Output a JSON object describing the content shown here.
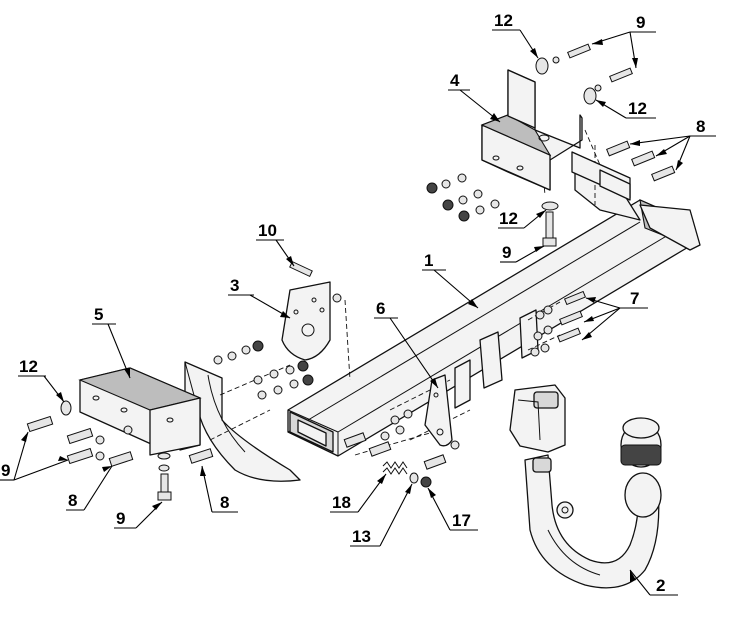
{
  "labels": {
    "tow_bar": "1",
    "ball_neck": "2",
    "bracket_3": "3",
    "bracket_4": "4",
    "bracket_5": "5",
    "bracket_6": "6",
    "bolts_7": "7",
    "bolts_8_right": "8",
    "bolts_8_left": "8",
    "bolts_8_bottom": "8",
    "bolts_9_top": "9",
    "bolts_9_mid": "9",
    "bolts_9_left": "9",
    "bolts_9_bottom": "9",
    "bolt_10": "10",
    "washer_12_top": "12",
    "washer_12_right": "12",
    "washer_12_mid": "12",
    "washer_12_left": "12",
    "washer_13": "13",
    "nut_17": "17",
    "spring_18": "18"
  }
}
